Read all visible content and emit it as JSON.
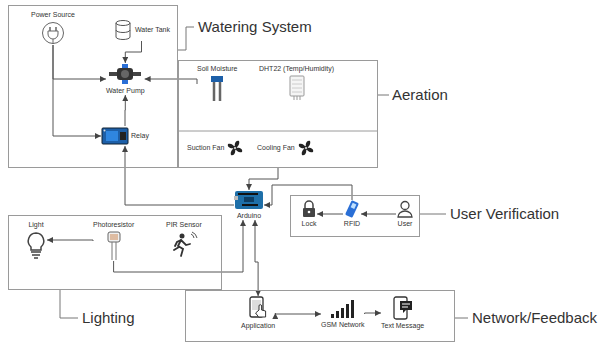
{
  "diagram": {
    "nodes": [
      {
        "text": [
          "Watering System"
        ]
      },
      {
        "text": [
          "Power Source"
        ],
        "in": 0
      },
      {
        "text": [
          "Water Tank"
        ],
        "in": 0
      },
      {
        "text": [
          "Water Pump"
        ],
        "in": 0
      },
      {
        "text": [
          "Relay"
        ],
        "in": 0
      },
      {
        "text": [
          "Aeration"
        ]
      },
      {
        "text": [
          "Soil Moisture"
        ],
        "in": 5
      },
      {
        "text": [
          "DHT22 (Temp/Humidity)"
        ],
        "in": 5
      },
      {
        "text": [
          "Suction Fan"
        ],
        "in": 5
      },
      {
        "text": [
          "Cooling Fan"
        ],
        "in": 5
      },
      {
        "text": [
          "Arduino"
        ]
      },
      {
        "text": [
          "User Verification"
        ]
      },
      {
        "text": [
          "Lock"
        ],
        "in": 11
      },
      {
        "text": [
          "RFID"
        ],
        "in": 11
      },
      {
        "text": [
          "User"
        ],
        "in": 11
      },
      {
        "text": [
          "Lighting"
        ]
      },
      {
        "text": [
          "Light"
        ],
        "in": 15
      },
      {
        "text": [
          "Photoresistor"
        ],
        "in": 15
      },
      {
        "text": [
          "PIR Sensor"
        ],
        "in": 15
      },
      {
        "text": [
          "Network/Feedback"
        ]
      },
      {
        "text": [
          "Application"
        ],
        "in": 19
      },
      {
        "text": [
          "GSM Network"
        ],
        "in": 19
      },
      {
        "text": [
          "Text Message"
        ],
        "in": 19
      }
    ],
    "edges": [
      {
        "from": 1,
        "to": 3,
        "arrow": "to"
      },
      {
        "from": 2,
        "to": 3,
        "arrow": "to"
      },
      {
        "from": 1,
        "to": 4,
        "arrow": "to"
      },
      {
        "from": 4,
        "to": 3,
        "arrow": "to"
      },
      {
        "from": 6,
        "to": 3,
        "arrow": "to"
      },
      {
        "from": 10,
        "to": 4,
        "arrow": "to"
      },
      {
        "from": 5,
        "to": 10,
        "arrow": "to"
      },
      {
        "from": 14,
        "to": 13,
        "arrow": "to"
      },
      {
        "from": 13,
        "to": 12,
        "arrow": "to"
      },
      {
        "from": 13,
        "to": 10,
        "arrow": "to"
      },
      {
        "from": 17,
        "to": 16,
        "arrow": "to"
      },
      {
        "from": 17,
        "to": 10,
        "arrow": "to"
      },
      {
        "from": 10,
        "to": 20,
        "arrow": "both"
      },
      {
        "from": 20,
        "to": 21,
        "arrow": "both"
      },
      {
        "from": 21,
        "to": 22,
        "arrow": "to"
      }
    ]
  }
}
